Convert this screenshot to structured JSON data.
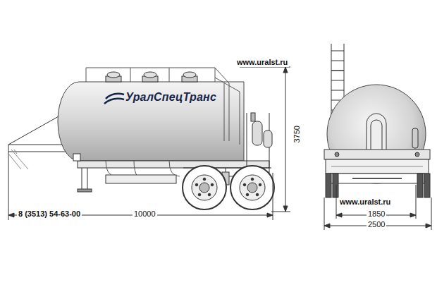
{
  "diagram": {
    "labels": [
      "www.uralst.ru",
      "УралСпецТранс",
      "3750",
      "8 (3513) 54-63-00",
      "10000",
      "www.uralst.ru",
      "1850",
      "2500"
    ]
  }
}
